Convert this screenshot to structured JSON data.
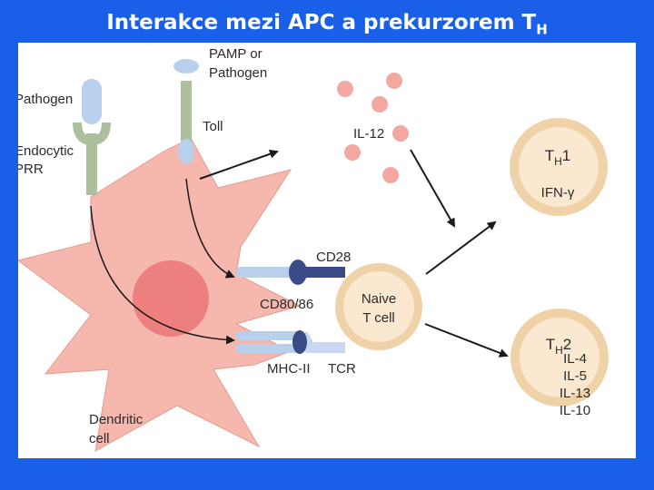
{
  "slide": {
    "title": "Interakce mezi APC a prekurzorem T",
    "title_sub": "H"
  },
  "colors": {
    "background": "#1a5fe8",
    "dendritic_cell": "#f6b8ae",
    "nucleus": "#ee7f7f",
    "t_cell_ring": "#efd2a8",
    "cytokine": "#f2a8a0",
    "receptor_blue": "#b9d0ec",
    "toll_green": "#aebf9e",
    "cd28_navy": "#3a4a87"
  },
  "labels": {
    "pathogen": "Pathogen",
    "pamp_line1": "PAMP or",
    "pamp_line2": "Pathogen",
    "toll": "Toll",
    "endocytic_line1": "Endocytic",
    "endocytic_line2": "PRR",
    "il12": "IL-12",
    "cd28": "CD28",
    "cd80_86": "CD80/86",
    "naive_line1": "Naive",
    "naive_line2": "T cell",
    "mhc_ii": "MHC-II",
    "tcr": "TCR",
    "dendritic_line1": "Dendritic",
    "dendritic_line2": "cell",
    "th1_main": "T",
    "th1_sub": "H",
    "th1_num": "1",
    "th1_cytokine": "IFN-γ",
    "th2_main": "T",
    "th2_sub": "H",
    "th2_num": "2",
    "th2_c1": "IL-4",
    "th2_c2": "IL-5",
    "th2_c3": "IL-13",
    "th2_c4": "IL-10"
  }
}
